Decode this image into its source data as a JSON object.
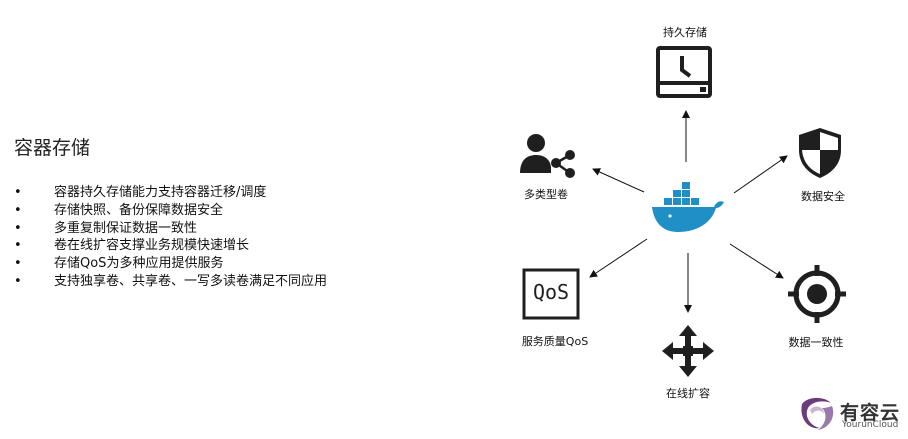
{
  "section_title": "容器存储",
  "bullets": [
    "容器持久存储能力支持容器迁移/调度",
    "存储快照、备份保障数据安全",
    "多重复制保证数据一致性",
    "卷在线扩容支撑业务规模快速增长",
    "存储QoS为多种应用提供服务",
    "支持独享卷、共享卷、一写多读卷满足不同应用"
  ],
  "bullet_symbol": "•",
  "diagram": {
    "center_icon": "docker-whale-icon",
    "nodes": {
      "persistent": {
        "label": "持久存储",
        "icon": "drive-clock-icon"
      },
      "multi_volume": {
        "label": "多类型卷",
        "icon": "user-share-icon"
      },
      "security": {
        "label": "数据安全",
        "icon": "shield-icon"
      },
      "qos": {
        "label": "服务质量QoS",
        "icon": "qos-box-icon",
        "icon_text": "QoS"
      },
      "consistency": {
        "label": "数据一致性",
        "icon": "target-icon"
      },
      "expand": {
        "label": "在线扩容",
        "icon": "expand-arrows-icon"
      }
    }
  },
  "logo": {
    "name": "有容云",
    "sub": "YourunCloud",
    "icon": "yourun-logo-icon"
  },
  "colors": {
    "icon_dark": "#1f1f1f",
    "docker_blue": "#1f8fc6",
    "logo_purple": "#6b3b7c"
  }
}
